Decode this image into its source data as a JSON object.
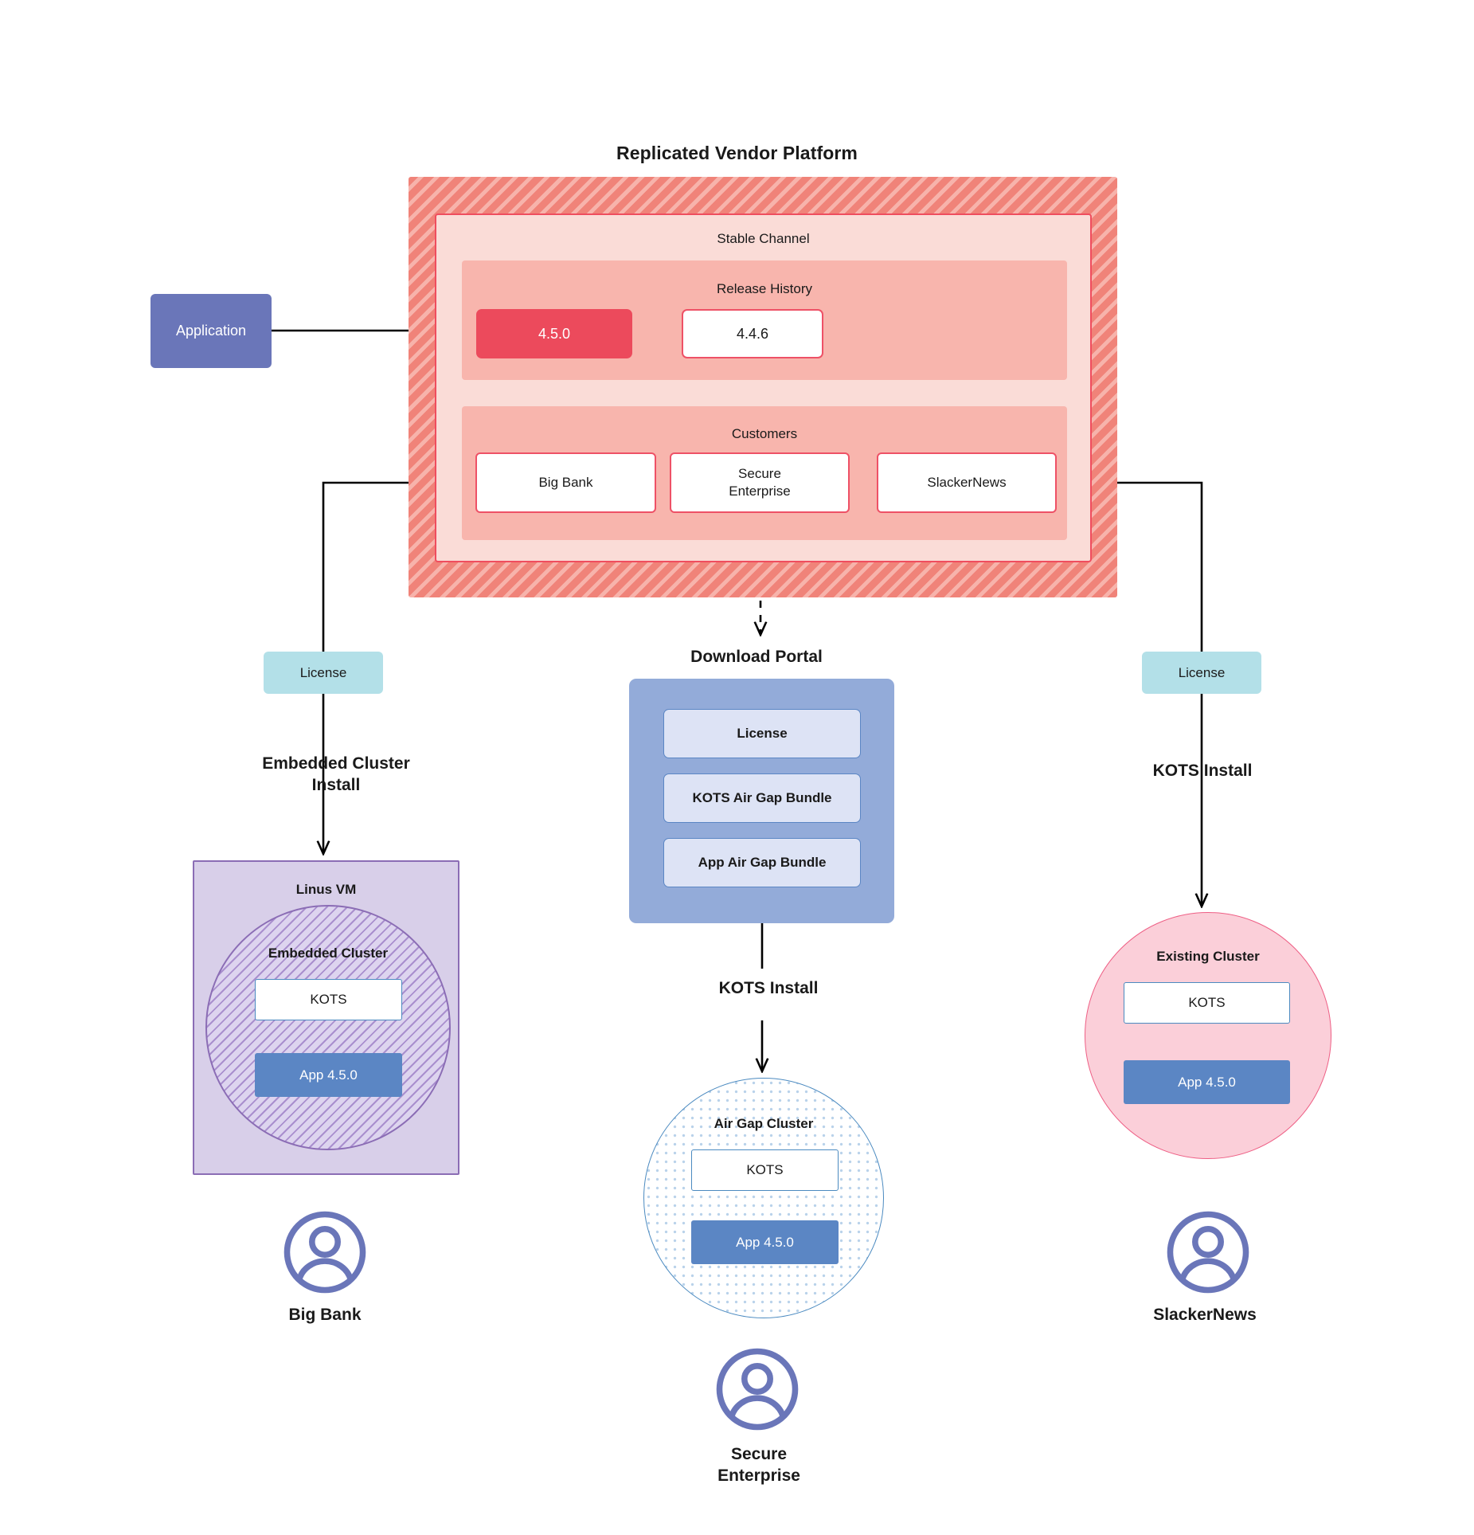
{
  "diagram": {
    "title": "Replicated Vendor Platform"
  },
  "application": {
    "label": "Application"
  },
  "platform": {
    "stable_channel": {
      "title": "Stable Channel",
      "release_history": {
        "title": "Release History",
        "releases": [
          {
            "version": "4.5.0",
            "state": "current"
          },
          {
            "version": "4.4.6",
            "state": "previous"
          }
        ]
      },
      "customers": {
        "title": "Customers",
        "items": [
          {
            "name": "Big Bank"
          },
          {
            "name": "Secure\nEnterprise"
          },
          {
            "name": "SlackerNews"
          }
        ]
      }
    }
  },
  "licenses": {
    "left_label": "License",
    "right_label": "License"
  },
  "flow_labels": {
    "embedded_cluster_install": "Embedded Cluster\nInstall",
    "kots_install_center": "KOTS Install",
    "kots_install_right": "KOTS Install"
  },
  "download_portal": {
    "title": "Download  Portal",
    "items": [
      {
        "label": "License"
      },
      {
        "label": "KOTS Air Gap Bundle"
      },
      {
        "label": "App Air Gap Bundle"
      }
    ]
  },
  "targets": {
    "linus_vm": {
      "title": "Linus VM",
      "cluster_title": "Embedded Cluster",
      "kots_label": "KOTS",
      "app_label": "App 4.5.0"
    },
    "air_gap_cluster": {
      "title": "Air Gap Cluster",
      "kots_label": "KOTS",
      "app_label": "App 4.5.0"
    },
    "existing_cluster": {
      "title": "Existing Cluster",
      "kots_label": "KOTS",
      "app_label": "App 4.5.0"
    }
  },
  "personas": [
    {
      "name": "Big Bank"
    },
    {
      "name": "Secure\nEnterprise"
    },
    {
      "name": "SlackerNews"
    }
  ],
  "colors": {
    "platform_hatch": "#f4897f",
    "stable_channel_bg": "#fadcd7",
    "section_bg": "#f8b5ad",
    "release_current": "#ec4a5c",
    "customer_border": "#ee5166",
    "application_box": "#6a76b9",
    "license_pill": "#b3e0e8",
    "download_portal": "#93abd9",
    "portal_item": "#dde3f5",
    "app_box": "#5b86c4",
    "vm_bg": "#d8cfe9",
    "vm_border": "#8b6db5",
    "existing_cluster_bg": "#fbcfd9",
    "existing_cluster_border": "#ee5f85",
    "airgap_border": "#4b8ac0",
    "persona_icon": "#6a76b9"
  }
}
